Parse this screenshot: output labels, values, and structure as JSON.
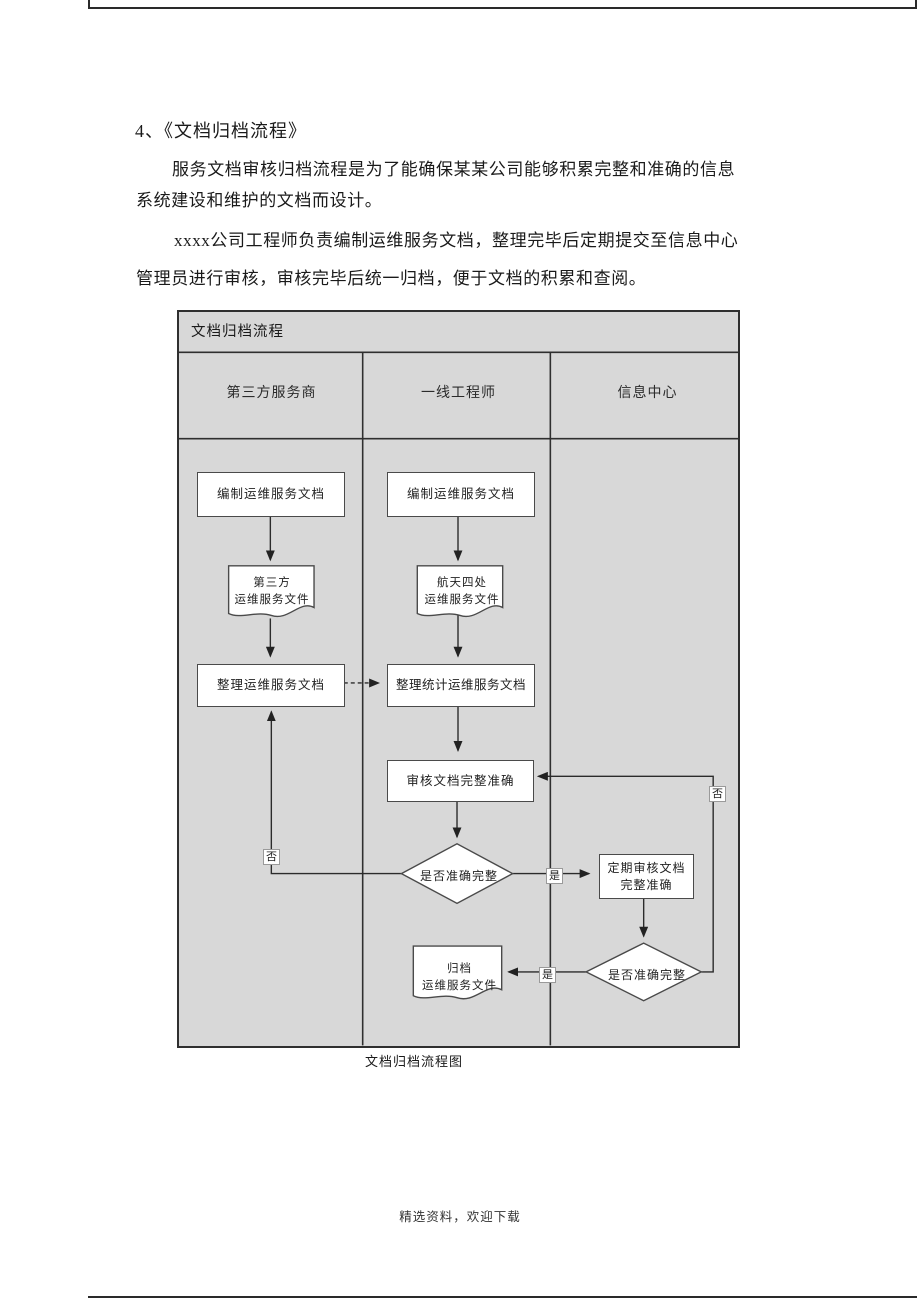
{
  "page": {
    "heading": "4、《文档归档流程》",
    "para1": [
      "服务文档审核归档流程是为了能确保某某公司能够积累完整和准确的信息",
      "系统建设和维护的文档而设计。"
    ],
    "para2": [
      "xxxx公司工程师负责编制运维服务文档，整理完毕后定期提交至信息中心",
      "管理员进行审核，审核完毕后统一归档，便于文档的积累和查阅。"
    ],
    "caption": "文档归档流程图",
    "footer": "精选资料，欢迎下载"
  },
  "flowchart": {
    "title": "文档归档流程",
    "lanes": [
      "第三方服务商",
      "一线工程师",
      "信息中心"
    ],
    "nodes": {
      "a1": "编制运维服务文档",
      "a2": "编制运维服务文档",
      "doc1_line1": "第三方",
      "doc1_line2": "运维服务文件",
      "doc2_line1": "航天四处",
      "doc2_line2": "运维服务文件",
      "b1": "整理运维服务文档",
      "b2": "整理统计运维服务文档",
      "c": "审核文档完整准确",
      "d1": "是否准确完整",
      "e_line1": "定期审核文档",
      "e_line2": "完整准确",
      "d2": "是否准确完整",
      "doc3_line1": "归档",
      "doc3_line2": "运维服务文件"
    },
    "labels": {
      "no1": "否",
      "yes1": "是",
      "no2": "否",
      "yes2": "是"
    },
    "colors": {
      "chart_bg": "#d8d8d8",
      "line": "#2b2b2b",
      "node_fill": "#ffffff"
    }
  }
}
